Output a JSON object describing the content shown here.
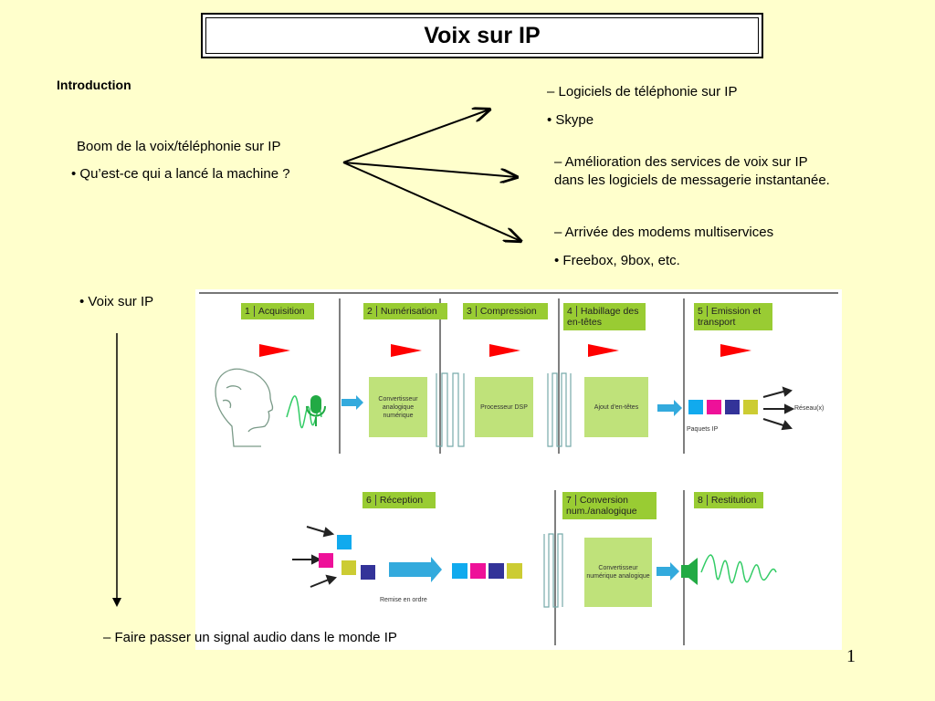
{
  "slide": {
    "title": "Voix sur IP",
    "introduction": "Introduction",
    "boom": "Boom de la voix/téléphonie sur IP",
    "question": "• Qu’est-ce qui a lancé la machine ?",
    "branch1_line1": "– Logiciels de téléphonie sur IP",
    "branch1_line2": "• Skype",
    "branch2_line1": "– Amélioration des services de voix sur IP",
    "branch2_line2": "dans les logiciels de messagerie instantanée.",
    "branch3_line1": "– Arrivée des modems multiservices",
    "branch3_line2": "• Freebox, 9box, etc.",
    "voip_bullet": "• Voix sur IP",
    "conclusion": "– Faire passer un signal audio dans le monde IP",
    "page_number": "1"
  },
  "diagram": {
    "steps": [
      {
        "num": "1",
        "label": "Acquisition"
      },
      {
        "num": "2",
        "label": "Numérisation"
      },
      {
        "num": "3",
        "label": "Compression"
      },
      {
        "num": "4",
        "label": "Habillage des en-têtes"
      },
      {
        "num": "5",
        "label": "Emission et transport"
      },
      {
        "num": "6",
        "label": "Réception"
      },
      {
        "num": "7",
        "label": "Conversion num./analogique"
      },
      {
        "num": "8",
        "label": "Restitution"
      }
    ],
    "boxes": {
      "adc": "Convertisseur analogique numérique",
      "dsp": "Processeur DSP",
      "headers": "Ajout d'en-têtes",
      "dac": "Convertisseur numérique analogique"
    },
    "paquets_label": "Paquets IP",
    "reseau_label": "Réseau(x)",
    "remise_label": "Remise en ordre"
  },
  "colors": {
    "background": "#ffffcc",
    "step_label": "#99cc33",
    "process_box": "#bfe27a",
    "flag": "#ff0000",
    "arrow_blue": "#33aadd",
    "packet_cyan": "#11aaee",
    "packet_magenta": "#ee1199",
    "packet_navy": "#333399",
    "packet_yellow": "#cccc33"
  }
}
